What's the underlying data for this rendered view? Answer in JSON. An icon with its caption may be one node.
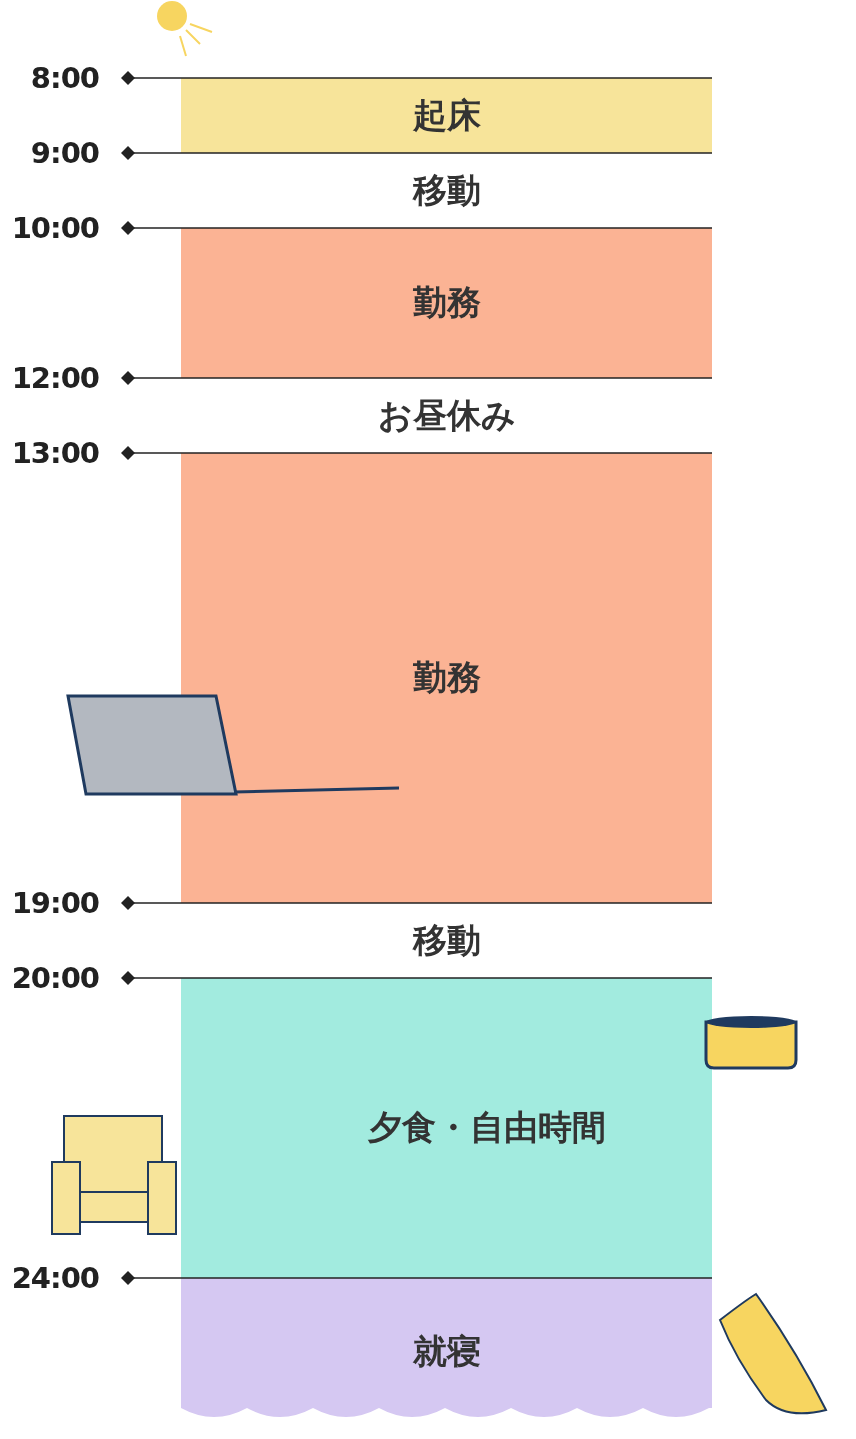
{
  "diagram": {
    "nodes": [
      {
        "text": [
          "起床"
        ]
      },
      {
        "text": [
          "移動"
        ]
      },
      {
        "text": [
          "勤務"
        ]
      },
      {
        "text": [
          "お昼休み"
        ]
      },
      {
        "text": [
          "勤務"
        ]
      },
      {
        "text": [
          "移動"
        ]
      },
      {
        "text": [
          "夕食・自由時間"
        ]
      },
      {
        "text": [
          "就寝"
        ]
      }
    ],
    "labels": [
      "8:00",
      "9:00",
      "10:00",
      "12:00",
      "13:00",
      "19:00",
      "20:00",
      "24:00"
    ]
  }
}
